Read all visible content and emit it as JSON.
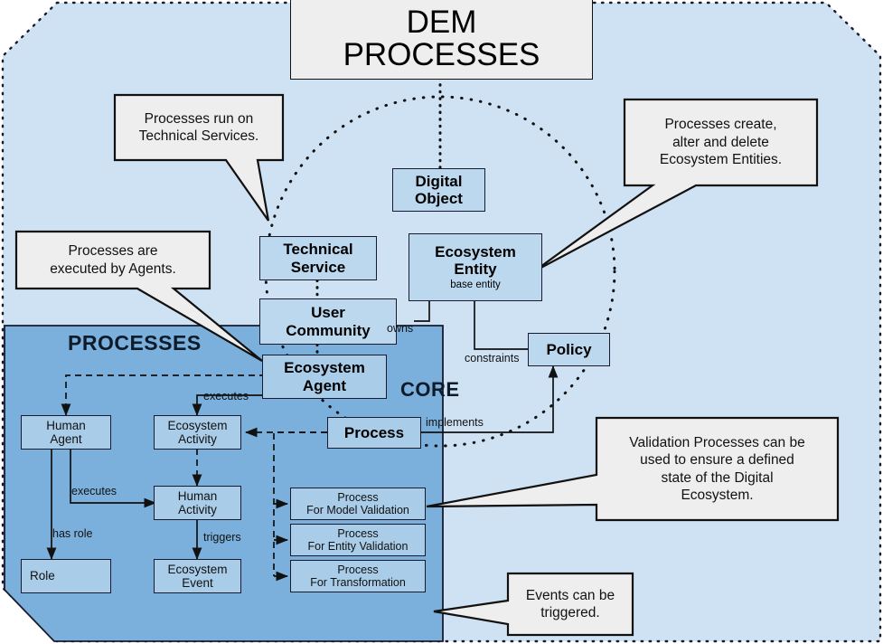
{
  "title": {
    "line1": "DEM",
    "line2": "PROCESSES"
  },
  "zones": {
    "processes_label": "PROCESSES",
    "core_label": "CORE"
  },
  "colors": {
    "outer_panel": "#cfe2f3",
    "processes_panel": "#7cb0dc",
    "core_box_fill": "#bcd8ef",
    "process_box_fill": "#a9cce8",
    "callout_fill": "#eeeeee",
    "title_fill": "#eeeeee",
    "stroke": "#1a1a2e"
  },
  "core_nodes": {
    "digital_object": "Digital\nObject",
    "digital_object_l1": "Digital",
    "digital_object_l2": "Object",
    "technical_service_l1": "Technical",
    "technical_service_l2": "Service",
    "ecosystem_entity_l1": "Ecosystem",
    "ecosystem_entity_l2": "Entity",
    "ecosystem_entity_sub": "base entity",
    "user_community_l1": "User",
    "user_community_l2": "Community",
    "policy": "Policy",
    "ecosystem_agent_l1": "Ecosystem",
    "ecosystem_agent_l2": "Agent",
    "process": "Process"
  },
  "process_nodes": {
    "human_agent_l1": "Human",
    "human_agent_l2": "Agent",
    "ecosystem_activity_l1": "Ecosystem",
    "ecosystem_activity_l2": "Activity",
    "human_activity_l1": "Human",
    "human_activity_l2": "Activity",
    "role": "Role",
    "ecosystem_event_l1": "Ecosystem",
    "ecosystem_event_l2": "Event",
    "validation_boxes": [
      {
        "l1": "Process",
        "l2": "For Model Validation"
      },
      {
        "l1": "Process",
        "l2": "For Entity Validation"
      },
      {
        "l1": "Process",
        "l2": "For Transformation"
      }
    ]
  },
  "edge_labels": {
    "owns": "owns",
    "constraints": "constraints",
    "implements": "implements",
    "executes_agent_activity": "executes",
    "executes_human": "executes",
    "has_role": "has role",
    "triggers": "triggers"
  },
  "callouts": [
    {
      "id": "run-on-technical-services",
      "text": "Processes run on\nTechnical Services."
    },
    {
      "id": "create-alter-delete",
      "text": "Processes create,\nalter and delete\nEcosystem Entities."
    },
    {
      "id": "executed-by-agents",
      "text": "Processes are\nexecuted by Agents."
    },
    {
      "id": "validation-processes",
      "text": "Validation Processes can be\nused to ensure a defined\nstate of the Digital\nEcosystem."
    },
    {
      "id": "events-triggered",
      "text": "Events can be\ntriggered."
    }
  ]
}
